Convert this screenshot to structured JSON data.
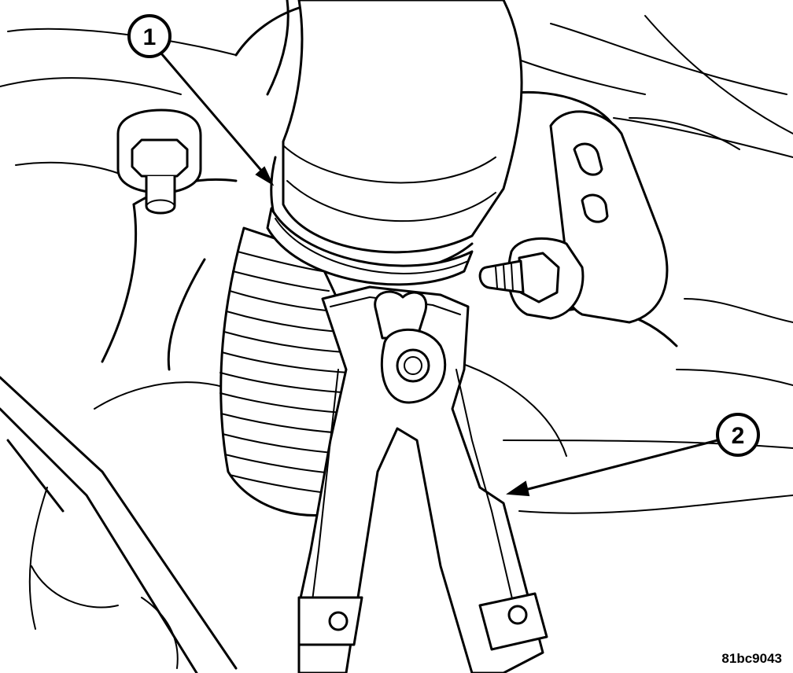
{
  "callouts": [
    {
      "label": "1"
    },
    {
      "label": "2"
    }
  ],
  "figure_id": "81bc9043",
  "colors": {
    "ink": "#000000",
    "paper": "#ffffff"
  }
}
